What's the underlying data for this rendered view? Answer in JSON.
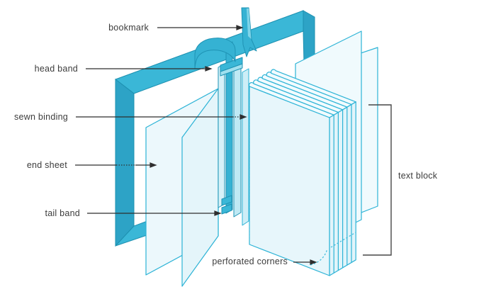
{
  "diagram": {
    "labels": {
      "bookmark": "bookmark",
      "head_band": "head band",
      "sewn_binding": "sewn binding",
      "end_sheet": "end sheet",
      "tail_band": "tail band",
      "perforated_corners": "perforated corners",
      "text_block": "text block"
    },
    "colors": {
      "teal": "#3ab7d7",
      "teal_dark": "#2da3c6",
      "teal_outline": "#1d90b0",
      "sheet_fill": "#eef9fd",
      "sheet_stroke": "#2cb3d6",
      "block_face_fill": "#e7f6fb",
      "tube_fill": "#f1fbfe",
      "label_text": "#3c3c3c",
      "arrow": "#2e2e2e",
      "bracket": "#464646"
    }
  }
}
